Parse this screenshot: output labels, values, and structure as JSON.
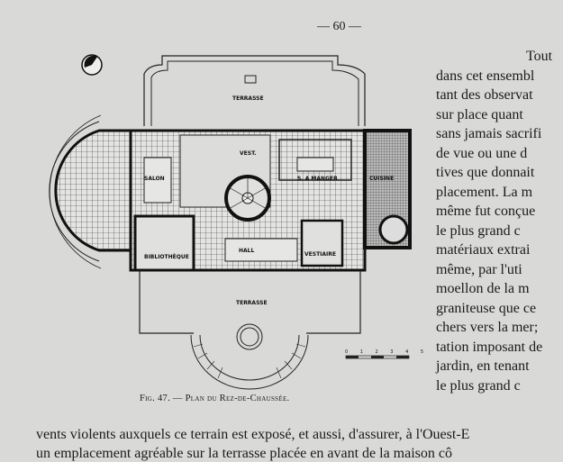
{
  "page_number": "— 60 —",
  "right_column": [
    "Tout",
    "dans cet ensembl",
    "tant des observat",
    "sur place quant",
    "sans jamais sacrifi",
    "de vue ou une d",
    "tives que donnait",
    "placement. La m",
    "même fut conçue",
    "le plus grand c",
    "matériaux extrai",
    "même, par l'uti",
    "moellon de la m",
    "graniteuse que ce",
    "chers vers la mer;",
    "tation imposant de",
    "jardin, en tenant",
    "le plus grand c"
  ],
  "figure": {
    "caption": "Fig. 47. — Plan du Rez-de-Chaussée.",
    "rooms": {
      "terrasse_top": "TERRASSE",
      "salon": "SALON",
      "vestibule": "VEST.",
      "salle_a_manger": "S. A MANGER",
      "cuisine": "CUISINE",
      "bibliotheque": "BIBLIOTHÈQUE",
      "hall": "HALL",
      "vestiaire": "VESTIAIRE",
      "terrasse_bottom": "TERRASSE"
    },
    "scale_label": "0 1 2 3 4 5"
  },
  "bottom_lines": [
    "vents violents auxquels ce terrain est exposé, et aussi, d'assurer, à l'Ouest-E",
    "un emplacement agréable sur la terrasse placée en avant de la maison cô"
  ]
}
